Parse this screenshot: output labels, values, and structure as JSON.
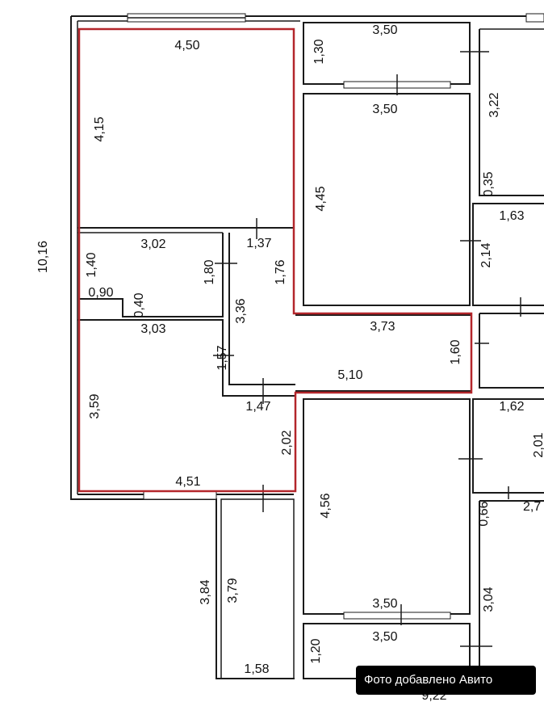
{
  "plan": {
    "overall_height": "10,16",
    "overall_width": "9,22",
    "rooms": {
      "top_left_width": "4,50",
      "top_left_height": "4,15",
      "wc_width": "3,02",
      "wc_height_left": "1,40",
      "wc_height_right": "1,80",
      "shaft_width": "0,90",
      "shaft_height": "0,40",
      "hall_top": "1,37",
      "hall_side": "1,76",
      "corridor_left": "3,36",
      "bath_width": "3,03",
      "bath_side": "1,57",
      "bath_bottom": "1,47",
      "bottom_left_height": "3,59",
      "bottom_left_width": "4,51",
      "bottom_left_side": "2,02",
      "balcony_outer": "3,84",
      "balcony_inner": "3,79",
      "balcony_width": "1,58",
      "corridor_top": "3,73",
      "corridor_bottom": "5,10",
      "corridor_end": "1,60",
      "top_balcony_width": "3,50",
      "top_balcony_height": "1,30",
      "mid_room_width": "3,50",
      "mid_room_height": "4,45",
      "right_top": "3,22",
      "right_gap": "0,35",
      "right_room_width": "1,63",
      "right_room_height": "2,14",
      "right_lower_width": "1,62",
      "right_lower_height": "2,01",
      "right_bottom_partial": "2,7",
      "right_gap2": "0,66",
      "right_bottom_height": "3,04",
      "bottom_room_height": "4,56",
      "bottom_room_width": "3,50",
      "bottom_balcony_width": "3,50",
      "bottom_balcony_height": "1,20"
    }
  },
  "watermark": "Фото добавлено Авито"
}
